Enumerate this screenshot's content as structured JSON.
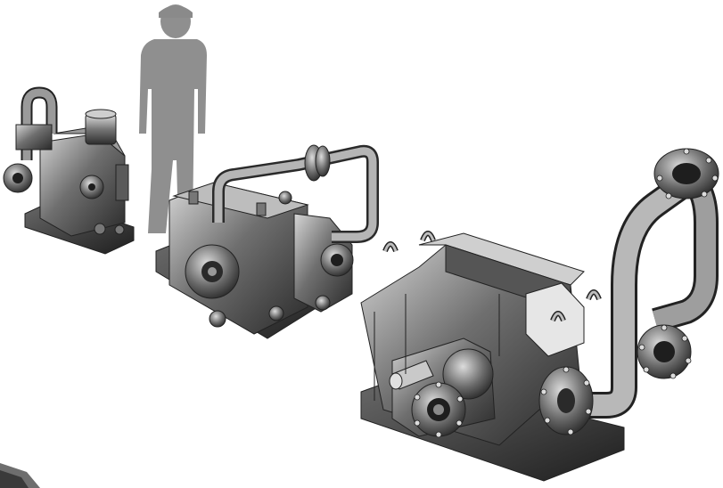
{
  "scene": {
    "kind": "3d-render",
    "background_color": "#ffffff",
    "metal_dark": "#3a3a3a",
    "metal_mid": "#6a6a6a",
    "metal_light": "#b8b8b8",
    "silhouette_color": "#8f8f8f",
    "objects": [
      "small-pump-unit",
      "human-scale-silhouette",
      "medium-pump-unit",
      "large-pump-unit",
      "floor-shadow"
    ]
  }
}
